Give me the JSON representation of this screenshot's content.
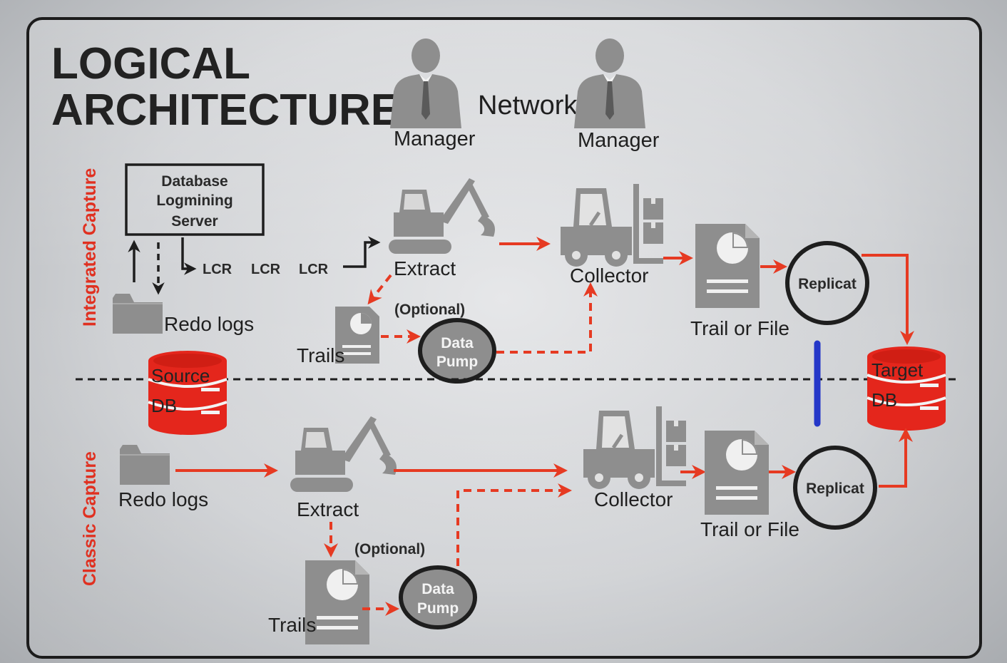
{
  "title": {
    "line1": "LOGICAL",
    "line2": "ARCHITECTURE"
  },
  "network_label": "Network",
  "manager_label": "Manager",
  "side_labels": {
    "integrated": "Integrated Capture",
    "classic": "Classic Capture"
  },
  "integrated": {
    "logmining_box": [
      "Database",
      "Logmining",
      "Server"
    ],
    "lcr_labels": [
      "LCR",
      "LCR",
      "LCR"
    ],
    "redo_logs": "Redo logs",
    "extract": "Extract",
    "trails": "Trails",
    "optional": "(Optional)",
    "data_pump": [
      "Data",
      "Pump"
    ],
    "collector": "Collector",
    "trail_or_file": "Trail or File",
    "replicat": "Replicat"
  },
  "classic": {
    "redo_logs": "Redo logs",
    "extract": "Extract",
    "trails": "Trails",
    "optional": "(Optional)",
    "data_pump": [
      "Data",
      "Pump"
    ],
    "collector": "Collector",
    "trail_or_file": "Trail or File",
    "replicat": "Replicat"
  },
  "source_db": [
    "Source",
    "DB"
  ],
  "target_db": [
    "Target",
    "DB"
  ],
  "colors": {
    "accent_red": "#e63a22",
    "icon_gray": "#8e8e8e",
    "divider_blue": "#2437c8",
    "frame": "#1c1c1c"
  },
  "icons": [
    "person-icon",
    "excavator-icon",
    "forklift-icon",
    "document-chart-icon",
    "folder-icon",
    "database-icon"
  ]
}
